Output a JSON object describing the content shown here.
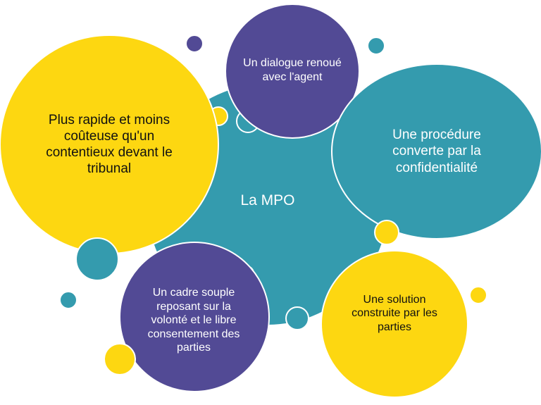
{
  "diagram": {
    "center": "La MPO",
    "bubbles": [
      {
        "text": "Un dialogue renoué avec l'agent"
      },
      {
        "text": "Une procédure converte par la confidentialité"
      },
      {
        "text": "Plus rapide et moins coûteuse qu'un contentieux devant le tribunal"
      },
      {
        "text": "Un cadre souple reposant sur la volonté et le libre consentement des parties"
      },
      {
        "text": "Une solution construite par les parties"
      }
    ],
    "colors": {
      "teal": "#349BAE",
      "purple": "#524A95",
      "yellow": "#FDD711"
    }
  }
}
